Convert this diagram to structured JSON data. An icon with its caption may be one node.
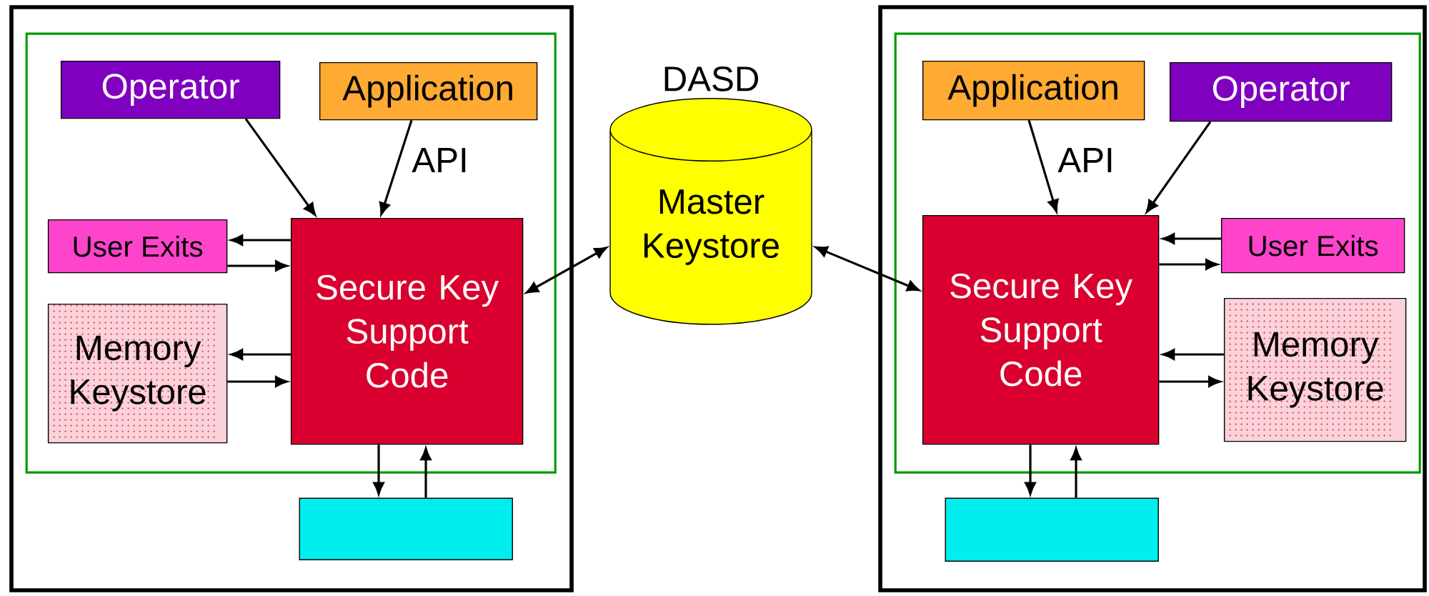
{
  "diagram": {
    "nodes": [
      {
        "text": [],
        "shape": "box"
      },
      {
        "text": [],
        "shape": "box",
        "in": 0
      },
      {
        "text": [
          "Operator"
        ],
        "in": 1
      },
      {
        "text": [
          "Application"
        ],
        "in": 1
      },
      {
        "text": [
          "User Exits"
        ],
        "in": 1
      },
      {
        "text": [
          "Memory Keystore"
        ],
        "in": 1
      },
      {
        "text": [
          "Secure Key Support Code"
        ],
        "in": 1
      },
      {
        "text": [],
        "shape": "box",
        "in": 0
      },
      {
        "text": [
          "DASD",
          "Master Keystore"
        ]
      },
      {
        "text": [],
        "shape": "box"
      },
      {
        "text": [],
        "shape": "box",
        "in": 9
      },
      {
        "text": [
          "Application"
        ],
        "in": 10
      },
      {
        "text": [
          "Operator"
        ],
        "in": 10
      },
      {
        "text": [
          "User Exits"
        ],
        "in": 10
      },
      {
        "text": [
          "Memory Keystore"
        ],
        "in": 10
      },
      {
        "text": [
          "Secure Key Support Code"
        ],
        "in": 10
      },
      {
        "text": [],
        "shape": "box",
        "in": 9
      }
    ],
    "edges": [
      {
        "from": 2,
        "to": 6,
        "arrow": "to"
      },
      {
        "from": 3,
        "to": 6,
        "arrow": "to",
        "label": "API"
      },
      {
        "from": 6,
        "to": 4,
        "arrow": "to"
      },
      {
        "from": 4,
        "to": 6,
        "arrow": "to"
      },
      {
        "from": 6,
        "to": 5,
        "arrow": "to"
      },
      {
        "from": 5,
        "to": 6,
        "arrow": "to"
      },
      {
        "from": 6,
        "to": 7,
        "arrow": "to"
      },
      {
        "from": 7,
        "to": 6,
        "arrow": "to"
      },
      {
        "from": 6,
        "to": 8,
        "arrow": "both"
      },
      {
        "from": 8,
        "to": 15,
        "arrow": "both"
      },
      {
        "from": 11,
        "to": 15,
        "arrow": "to",
        "label": "API"
      },
      {
        "from": 12,
        "to": 15,
        "arrow": "to"
      },
      {
        "from": 15,
        "to": 13,
        "arrow": "to"
      },
      {
        "from": 13,
        "to": 15,
        "arrow": "to"
      },
      {
        "from": 15,
        "to": 14,
        "arrow": "to"
      },
      {
        "from": 14,
        "to": 15,
        "arrow": "to"
      },
      {
        "from": 15,
        "to": 16,
        "arrow": "to"
      },
      {
        "from": 16,
        "to": 15,
        "arrow": "to"
      }
    ]
  }
}
